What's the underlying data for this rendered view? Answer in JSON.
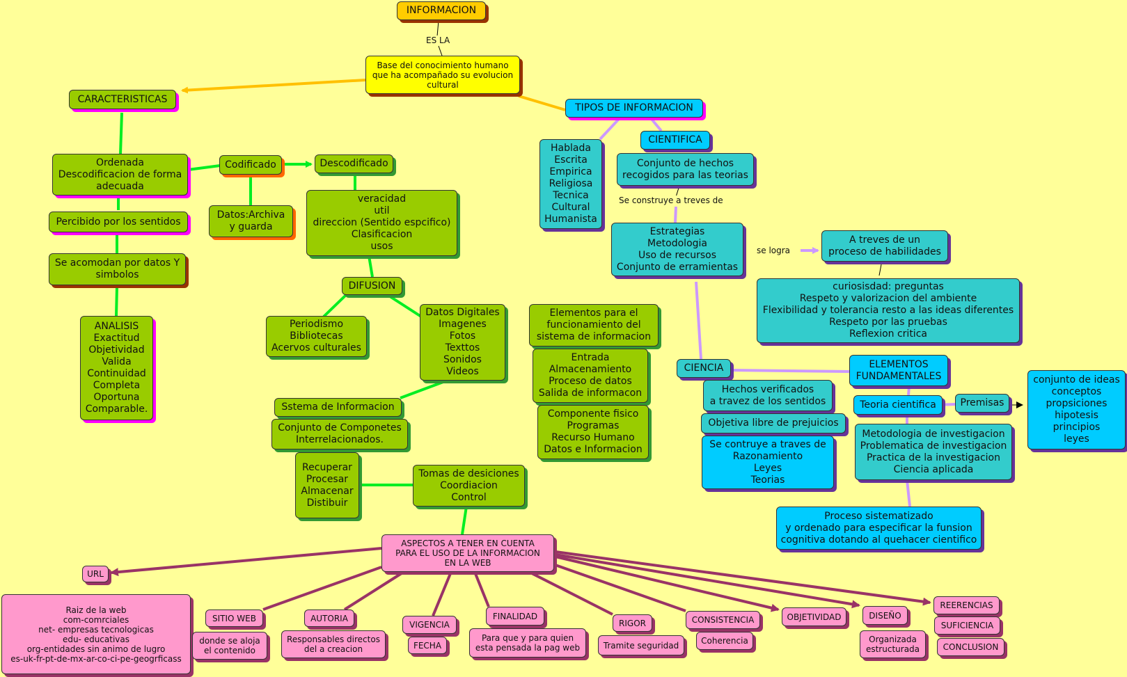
{
  "nodes": {
    "informacion": "INFORMACION",
    "base": "Base del conocimiento humano\nque ha acompañado su evolucion\ncultural",
    "caracteristicas": "CARACTERISTICAS",
    "ordenada": "Ordenada\nDescodificacion de forma\nadecuada",
    "percibido": "Percibido por los sentidos",
    "acomodan": "Se acomodan por datos Y\nsimbolos",
    "analisis": "ANALISIS\nExactitud\nObjetividad\nValida\nContinuidad\nCompleta\nOportuna\nComparable.",
    "codificado": "Codificado",
    "datos_archiva": "Datos:Archiva\ny guarda",
    "descodificado": "Descodificado",
    "veracidad": "veracidad\nutil\ndireccion (Sentido espcifico)\nClasificacion\nusos",
    "difusion": "DIFUSION",
    "periodismo": "Periodismo\nBibliotecas\nAcervos culturales",
    "datos_digitales": "Datos Digitales\nImagenes\nFotos\nTexttos\nSonidos\nVideos",
    "sistema": "Sstema de Informacion",
    "conjunto_comp": "Conjunto de Componetes\nInterrelacionados.",
    "recuperar": "Recuperar\nProcesar\nAlmacenar\nDistibuir",
    "tomas": "Tomas de desiciones\nCoordiacion\nControl",
    "elementos_func": "Elementos para el\nfuncionamiento del\nsistema de informacion",
    "entrada": "Entrada\nAlmacenamiento\nProceso de datos\nSalida de informacon",
    "componente": "Componente fisico\nProgramas\nRecurso Humano\nDatos e Informacion",
    "tipos": "TIPOS DE INFORMACION",
    "hablada": "Hablada\nEscrita\nEmpirica\nReligiosa\nTecnica\nCultural\nHumanista",
    "cientifica": "CIENTIFICA",
    "conjunto_hechos": "Conjunto de hechos\nrecogidos para las teorias",
    "estrategias": "Estrategias\nMetodologia\nUso de recursos\nConjunto de erramientas",
    "atraves": "A treves de un\nproceso de habilidades",
    "curiosidad": "curiosisdad: preguntas\nRespeto y valorizacion del ambiente\nFlexibilidad y tolerancia resto a las ideas diferentes\nRespeto  por las pruebas\nReflexion critica",
    "ciencia": "CIENCIA",
    "elementos_fund": "ELEMENTOS\nFUNDAMENTALES",
    "hechos_verif": "Hechos verificados\na travez de los sentidos",
    "objetiva": "Objetiva libre de prejuicios",
    "se_contruye": "Se contruye a traves de\nRazonamiento\nLeyes\nTeorias",
    "teoria": "Teoria cientifica",
    "premisas": "Premisas",
    "conjunto_ideas": "conjunto de ideas\nconceptos\npropsiciones\nhipotesis\nprincipios\nleyes",
    "metodologia": "Metodologia de investigacion\nProblematica de investigacion\nPractica de la investigacion\nCiencia aplicada",
    "proceso": "Proceso sistematizado\ny ordenado para especificar  la funsion\ncognitiva dotando al quehacer cientifico",
    "aspectos": "ASPECTOS A TENER EN CUENTA\nPARA EL USO DE    LA  INFORMACION\nEN  LA WEB",
    "url": "URL",
    "raiz": "Raiz de la web\ncom-comrciales\nnet- empresas tecnologicas\nedu- educativas\norg-entidades sin animo de lugro\nes-uk-fr-pt-de-mx-ar-co-ci-pe-geogrficass",
    "sitio_web": "SITIO WEB",
    "donde_aloja": "donde se aloja\nel contenido",
    "autoria": "AUTORIA",
    "responsables": "Responsables directos\ndel a creacion",
    "vigencia": "VIGENCIA",
    "fecha": "FECHA",
    "finalidad": "FINALIDAD",
    "para_que": "Para que y para quien\nesta pensada  la pag web",
    "rigor": "RIGOR",
    "tramite": "Tramite seguridad",
    "consistencia": "CONSISTENCIA",
    "coherencia": "Coherencia",
    "objetividad": "OBJETIVIDAD",
    "diseno": "DISEÑO",
    "organizada": "Organizada\nestructurada",
    "referencias": "REERENCIAS",
    "suficiencia": "SUFICIENCIA",
    "conclusion": "CONCLUSION"
  },
  "link_labels": {
    "es_la": "ES LA",
    "se_construye": "Se construye  a treves de",
    "se_logra": "se logra"
  },
  "colors": {
    "background": "#ffff99",
    "orange_line": "#ffc000",
    "green_line": "#00ee22",
    "purple_line": "#cc99ff",
    "pink_line": "#993366"
  }
}
